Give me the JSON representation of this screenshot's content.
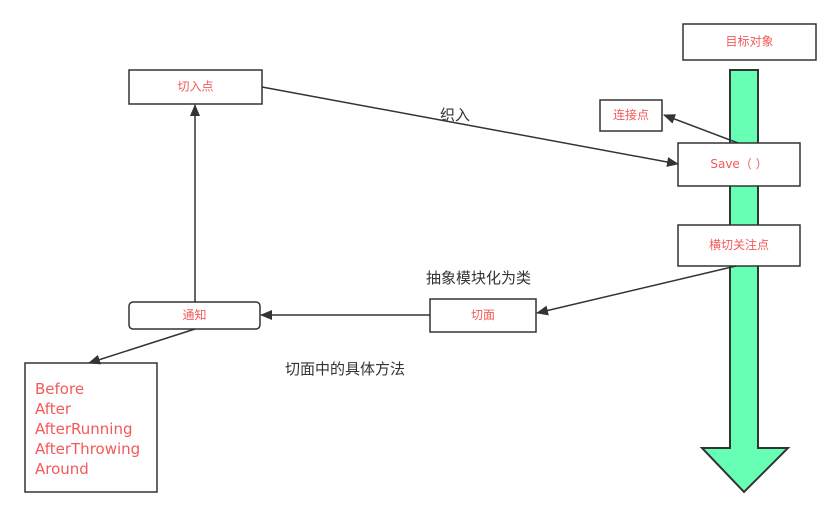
{
  "colors": {
    "box_text": "#f25a5a",
    "stroke": "#333333",
    "big_arrow_fill": "#66ffb3"
  },
  "nodes": {
    "target_object": "目标对象",
    "pointcut": "切入点",
    "joinpoint": "连接点",
    "save_method": "Save（ ）",
    "crosscutting_concern": "横切关注点",
    "aspect": "切面",
    "advice": "通知"
  },
  "labels": {
    "weaving": "织入",
    "abstract_modularize": "抽象模块化为类",
    "aspect_methods": "切面中的具体方法"
  },
  "advice_types": [
    "Before",
    "After",
    "AfterRunning",
    "AfterThrowing",
    "Around"
  ]
}
